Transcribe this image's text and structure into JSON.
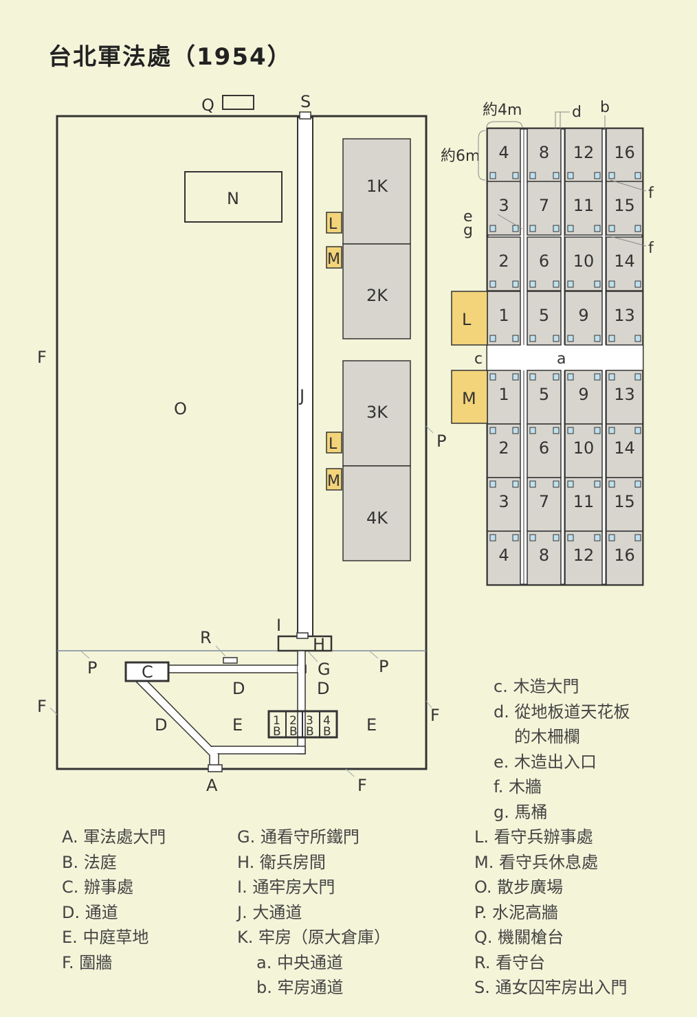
{
  "title": "台北軍法處（1954）",
  "left_plan": {
    "labels": {
      "Q": "Q",
      "S": "S",
      "N": "N",
      "O": "O",
      "J": "J",
      "F": "F",
      "P": "P",
      "I": "I",
      "H": "H",
      "R": "R",
      "G": "G",
      "C": "C",
      "D": "D",
      "E": "E",
      "A": "A",
      "L": "L",
      "M": "M"
    },
    "cells": [
      "1K",
      "2K",
      "3K",
      "4K"
    ],
    "courts": [
      {
        "top": "1",
        "bottom": "B"
      },
      {
        "top": "2",
        "bottom": "B"
      },
      {
        "top": "3",
        "bottom": "B"
      },
      {
        "top": "4",
        "bottom": "B"
      }
    ]
  },
  "right_plan": {
    "dim_width": "約4m",
    "dim_depth": "約6m",
    "labels": {
      "a": "a",
      "b": "b",
      "c": "c",
      "d": "d",
      "e": "e",
      "f": "f",
      "g": "g",
      "L": "L",
      "M": "M"
    },
    "upper_rows": [
      [
        "4",
        "8",
        "12",
        "16"
      ],
      [
        "3",
        "7",
        "11",
        "15"
      ],
      [
        "2",
        "6",
        "10",
        "14"
      ],
      [
        "1",
        "5",
        "9",
        "13"
      ]
    ],
    "lower_rows": [
      [
        "1",
        "5",
        "9",
        "13"
      ],
      [
        "2",
        "6",
        "10",
        "14"
      ],
      [
        "3",
        "7",
        "11",
        "15"
      ],
      [
        "4",
        "8",
        "12",
        "16"
      ]
    ]
  },
  "legend": {
    "col1": [
      {
        "key": "A.",
        "text": "軍法處大門"
      },
      {
        "key": "B.",
        "text": "法庭"
      },
      {
        "key": "C.",
        "text": "辦事處"
      },
      {
        "key": "D.",
        "text": "通道"
      },
      {
        "key": "E.",
        "text": "中庭草地"
      },
      {
        "key": "F.",
        "text": "圍牆"
      }
    ],
    "col2": [
      {
        "key": "G.",
        "text": "通看守所鐵門"
      },
      {
        "key": "H.",
        "text": "衛兵房間"
      },
      {
        "key": "I.",
        "text": "通牢房大門"
      },
      {
        "key": "J.",
        "text": "大通道"
      },
      {
        "key": "K.",
        "text": "牢房（原大倉庫）"
      },
      {
        "key": "a.",
        "text": "中央通道"
      },
      {
        "key": "b.",
        "text": "牢房通道"
      }
    ],
    "col3_upper": [
      {
        "key": "c.",
        "text": "木造大門"
      },
      {
        "key": "d.",
        "text": "從地板道天花板"
      },
      {
        "key": "",
        "text": "的木柵欄"
      },
      {
        "key": "e.",
        "text": "木造出入口"
      },
      {
        "key": "f.",
        "text": "木牆"
      },
      {
        "key": "g.",
        "text": "馬桶"
      }
    ],
    "col3": [
      {
        "key": "L.",
        "text": "看守兵辦事處"
      },
      {
        "key": "M.",
        "text": "看守兵休息處"
      },
      {
        "key": "O.",
        "text": "散步廣場"
      },
      {
        "key": "P.",
        "text": "水泥高牆"
      },
      {
        "key": "Q.",
        "text": "機關槍台"
      },
      {
        "key": "R.",
        "text": "看守台"
      },
      {
        "key": "S.",
        "text": "通女囚牢房出入門"
      }
    ]
  }
}
